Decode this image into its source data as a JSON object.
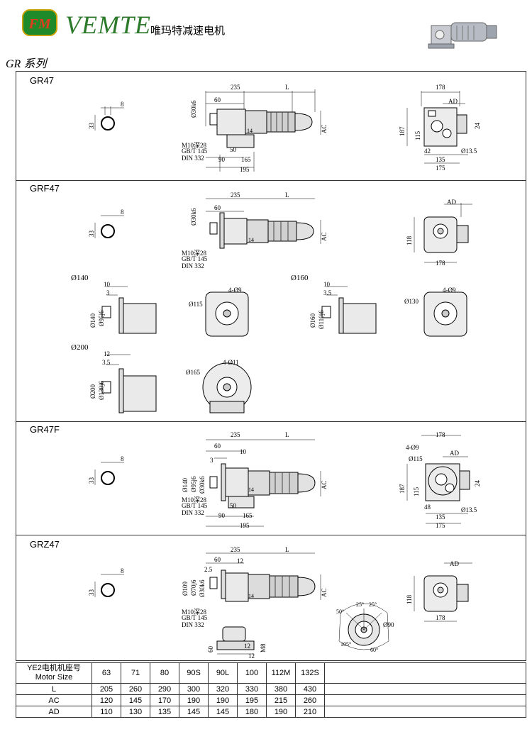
{
  "header": {
    "logo_text": "FM",
    "brand": "VEMTE",
    "company_cn": "唯玛特减速电机",
    "series": "GR 系列"
  },
  "sections": [
    {
      "title": "GR47",
      "shaft_dim": "8",
      "shaft_h": "33",
      "dims_top": [
        "235",
        "L"
      ],
      "dim_60": "60",
      "dim_30": "Ø30k6",
      "ac": "AC",
      "thread": [
        "M10深28",
        "GB/T 145",
        "DIN 332"
      ],
      "bottom": [
        "90",
        "50",
        "165",
        "195"
      ],
      "right": [
        "178",
        "AD",
        "187",
        "115",
        "24",
        "42",
        "135",
        "175",
        "Ø13.5"
      ],
      "mark_14": "14"
    },
    {
      "title": "GRF47",
      "shaft_dim": "8",
      "shaft_h": "33",
      "dims_top": [
        "235",
        "L"
      ],
      "dim_60": "60",
      "dim_30": "Ø30k6",
      "ac": "AC",
      "thread": [
        "M10深28",
        "GB/T 145",
        "DIN 332"
      ],
      "right": [
        "AD",
        "118",
        "178"
      ],
      "mark_14": "14",
      "flanges": [
        {
          "name": "Ø140",
          "d1": "10",
          "d2": "3",
          "outer": "Ø140",
          "inner": "Ø95j6",
          "pcd": "Ø115",
          "holes": "4-Ø9"
        },
        {
          "name": "Ø160",
          "d1": "10",
          "d2": "3.5",
          "outer": "Ø160",
          "inner": "Ø110j6",
          "pcd": "Ø130",
          "holes": "4-Ø9"
        },
        {
          "name": "Ø200",
          "d1": "12",
          "d2": "3.5",
          "outer": "Ø200",
          "inner": "Ø130j6",
          "pcd": "Ø165",
          "holes": "4-Ø11"
        }
      ]
    },
    {
      "title": "GR47F",
      "shaft_dim": "8",
      "shaft_h": "33",
      "dims_top": [
        "235",
        "L"
      ],
      "dim_60": "60",
      "dim_10": "10",
      "dim_3": "3",
      "left_v": [
        "Ø140",
        "Ø95j6",
        "Ø30k6"
      ],
      "ac": "AC",
      "thread": [
        "M10深28",
        "GB/T 145",
        "DIN 332"
      ],
      "bottom": [
        "90",
        "50",
        "165",
        "195"
      ],
      "right": [
        "178",
        "4-Ø9",
        "Ø115",
        "AD",
        "187",
        "115",
        "24",
        "48",
        "135",
        "175",
        "Ø13.5"
      ],
      "mark_14": "14"
    },
    {
      "title": "GRZ47",
      "shaft_dim": "8",
      "shaft_h": "33",
      "dims_top": [
        "235",
        "L"
      ],
      "dim_60": "60",
      "dim_12": "12",
      "dim_25": "2.5",
      "left_v": [
        "Ø109",
        "Ø70j6",
        "Ø30k6"
      ],
      "ac": "AC",
      "thread": [
        "M10深28",
        "GB/T 145",
        "DIN 332"
      ],
      "foot": [
        "60",
        "12",
        "12",
        "M8"
      ],
      "angles": [
        "50°",
        "25°",
        "25°",
        "105°",
        "60°"
      ],
      "pcd": "Ø90",
      "right": [
        "AD",
        "118",
        "178"
      ],
      "mark_14": "14"
    }
  ],
  "table": {
    "header_label": [
      "YE2电机机座号",
      "Motor Size"
    ],
    "columns": [
      "63",
      "71",
      "80",
      "90S",
      "90L",
      "100",
      "112M",
      "132S"
    ],
    "rows": [
      {
        "label": "L",
        "values": [
          "205",
          "260",
          "290",
          "300",
          "320",
          "330",
          "380",
          "430"
        ]
      },
      {
        "label": "AC",
        "values": [
          "120",
          "145",
          "170",
          "190",
          "190",
          "195",
          "215",
          "260"
        ]
      },
      {
        "label": "AD",
        "values": [
          "110",
          "130",
          "135",
          "145",
          "145",
          "180",
          "190",
          "210"
        ]
      }
    ]
  }
}
